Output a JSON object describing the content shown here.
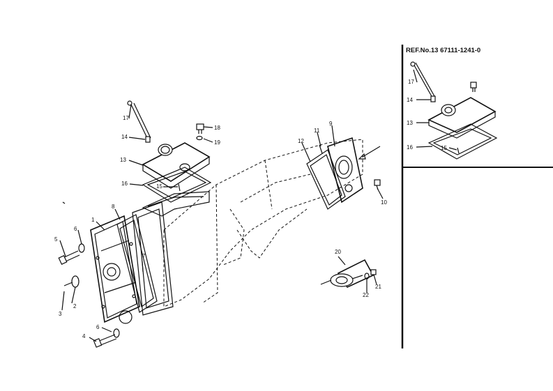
{
  "ref_label": "REF.No.13  67111-1241-0",
  "callouts": {
    "c1": "1",
    "c2": "2",
    "c3": "3",
    "c4": "4",
    "c5": "5",
    "c6a": "6",
    "c6b": "6",
    "c7": "7",
    "c8": "8",
    "c9": "9",
    "c10": "10",
    "c11": "11",
    "c12": "12",
    "c13": "13",
    "c14": "14",
    "c15": "15",
    "c16": "16",
    "c17": "17",
    "c18": "18",
    "c19": "19",
    "c20": "20",
    "c21": "21",
    "c22": "22"
  },
  "inset_callouts": {
    "i13": "13",
    "i14": "14",
    "i15": "15",
    "i16": "16",
    "i17": "17"
  }
}
